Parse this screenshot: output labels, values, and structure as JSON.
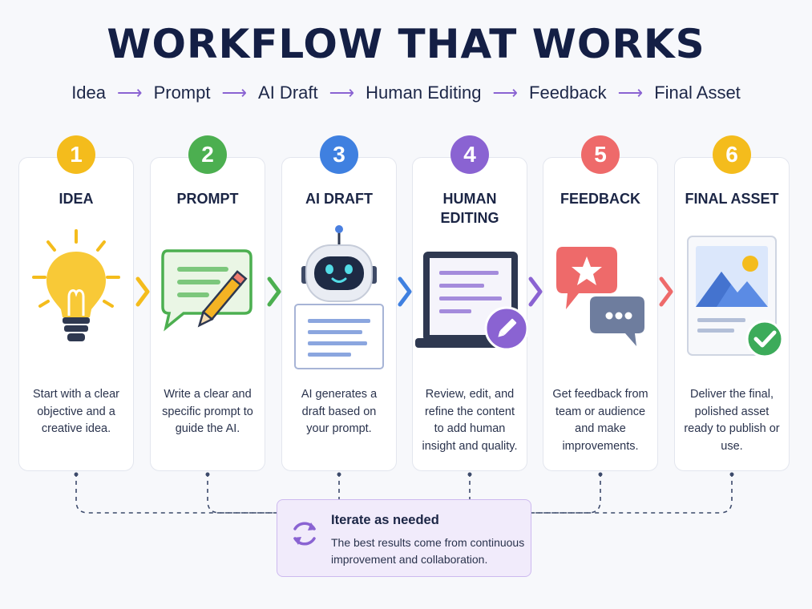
{
  "title": "WORKFLOW THAT WORKS",
  "flow": [
    "Idea",
    "Prompt",
    "AI Draft",
    "Human Editing",
    "Feedback",
    "Final Asset"
  ],
  "steps": [
    {
      "number": "1",
      "title": "IDEA",
      "description": "Start with a clear objective and a creative idea.",
      "color": "#f4bc1c",
      "icon": "lightbulb-icon"
    },
    {
      "number": "2",
      "title": "PROMPT",
      "description": "Write a clear and specific prompt to guide the AI.",
      "color": "#4caf50",
      "icon": "chat-pencil-icon"
    },
    {
      "number": "3",
      "title": "AI DRAFT",
      "description": "AI generates a draft based on your prompt.",
      "color": "#3f80e0",
      "icon": "robot-icon"
    },
    {
      "number": "4",
      "title": "HUMAN EDITING",
      "description": "Review, edit, and refine the content to add human insight and quality.",
      "color": "#8a63d2",
      "icon": "laptop-edit-icon"
    },
    {
      "number": "5",
      "title": "FEEDBACK",
      "description": "Get feedback from team or audience and make improvements.",
      "color": "#ee6a6a",
      "icon": "feedback-bubbles-icon"
    },
    {
      "number": "6",
      "title": "FINAL ASSET",
      "description": "Deliver the final, polished asset ready to publish or use.",
      "color": "#f4bc1c",
      "icon": "image-check-icon"
    }
  ],
  "iterate": {
    "title": "Iterate as needed",
    "description": "The best results come from continuous improvement and collaboration.",
    "icon": "refresh-cycle-icon",
    "color": "#8a63d2"
  }
}
